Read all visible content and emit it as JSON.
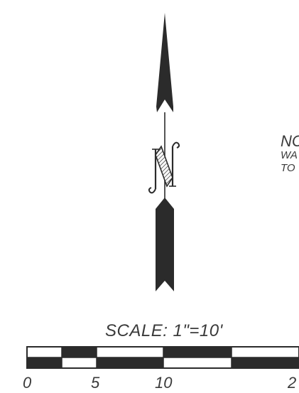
{
  "note": {
    "lines": [
      "NC",
      "WA",
      "TO"
    ]
  },
  "scale": {
    "title": "SCALE: 1\"=10'",
    "tick_labels": [
      "0",
      "5",
      "10",
      "2"
    ]
  },
  "colors": {
    "ink": "#2b2b2b",
    "paper": "#ffffff"
  }
}
